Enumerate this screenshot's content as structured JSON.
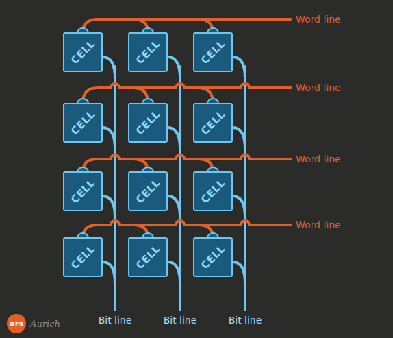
{
  "diagram": {
    "nodes": [
      {
        "text": [
          "CELL"
        ]
      },
      {
        "text": [
          "CELL"
        ]
      },
      {
        "text": [
          "CELL"
        ]
      },
      {
        "text": [
          "CELL"
        ]
      },
      {
        "text": [
          "CELL"
        ]
      },
      {
        "text": [
          "CELL"
        ]
      },
      {
        "text": [
          "CELL"
        ]
      },
      {
        "text": [
          "CELL"
        ]
      },
      {
        "text": [
          "CELL"
        ]
      },
      {
        "text": [
          "CELL"
        ]
      },
      {
        "text": [
          "CELL"
        ]
      },
      {
        "text": [
          "CELL"
        ]
      }
    ],
    "labels": [
      "Word line",
      "Word line",
      "Word line",
      "Word line",
      "Bit line",
      "Bit line",
      "Bit line",
      "ars",
      "Aurich"
    ]
  }
}
